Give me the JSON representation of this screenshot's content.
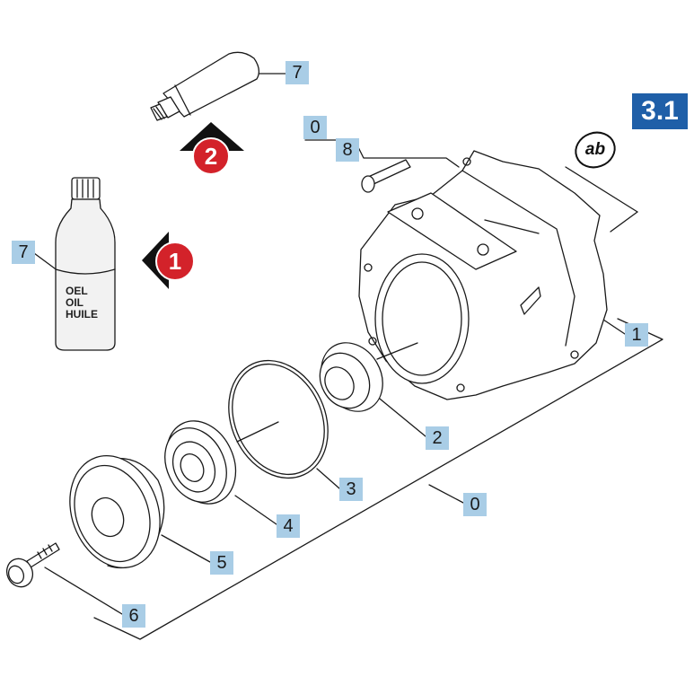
{
  "section_badge": "3.1",
  "ab_label": "ab",
  "steps": [
    {
      "number": "1",
      "color": "#d3222a"
    },
    {
      "number": "2",
      "color": "#d3222a"
    }
  ],
  "bottle": {
    "line1": "OEL",
    "line2": "OIL",
    "line3": "HUILE"
  },
  "callouts": {
    "tube_grease": "7",
    "bottle_oil": "7",
    "assembly_top": "0",
    "screw_top": "8",
    "housing": "1",
    "shaft_seal": "2",
    "o_ring": "3",
    "ball_bearing": "4",
    "bearing_cover": "5",
    "screw_bottom": "6",
    "assembly_bottom": "0"
  },
  "colors": {
    "label_fill": "#a9cde6",
    "badge_fill": "#1f5fa8",
    "step_fill": "#d3222a"
  }
}
